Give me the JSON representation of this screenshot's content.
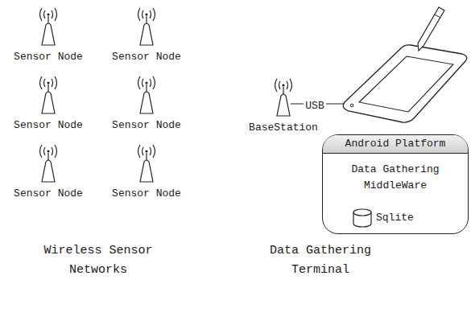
{
  "diagram": {
    "nodes": [
      {
        "text": [
          "Android Platform",
          "Data Gathering MiddleWare"
        ]
      },
      {
        "text": [
          "Sqlite"
        ],
        "in": 0
      }
    ],
    "labels": [
      "Sensor Node",
      "Sensor Node",
      "Sensor Node",
      "Sensor Node",
      "Sensor Node",
      "Sensor Node",
      "BaseStation",
      "USB",
      "Wireless Sensor Networks",
      "Data Gathering Terminal"
    ]
  }
}
